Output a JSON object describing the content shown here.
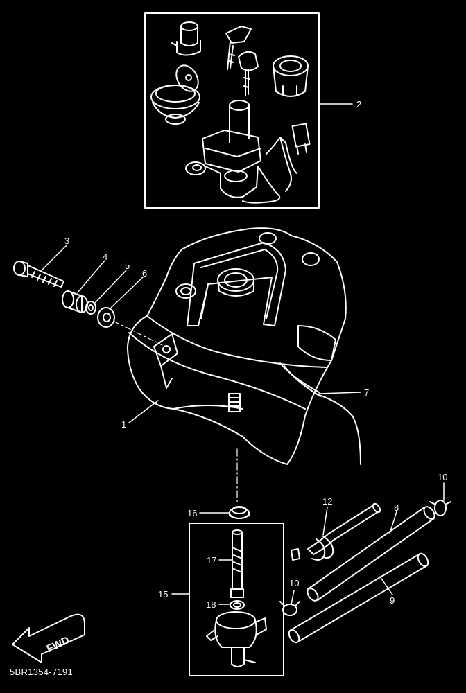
{
  "callouts": {
    "c1": "1",
    "c2": "2",
    "c3": "3",
    "c4": "4",
    "c5": "5",
    "c6": "6",
    "c7": "7",
    "c8": "8",
    "c9": "9",
    "c10a": "10",
    "c10b": "10",
    "c12": "12",
    "c15": "15",
    "c16": "16",
    "c17": "17",
    "c18": "18"
  },
  "fwd_label": "FWD",
  "diagram_code": "5BR1354-7191",
  "colors": {
    "background": "#000000",
    "line": "#ffffff"
  }
}
